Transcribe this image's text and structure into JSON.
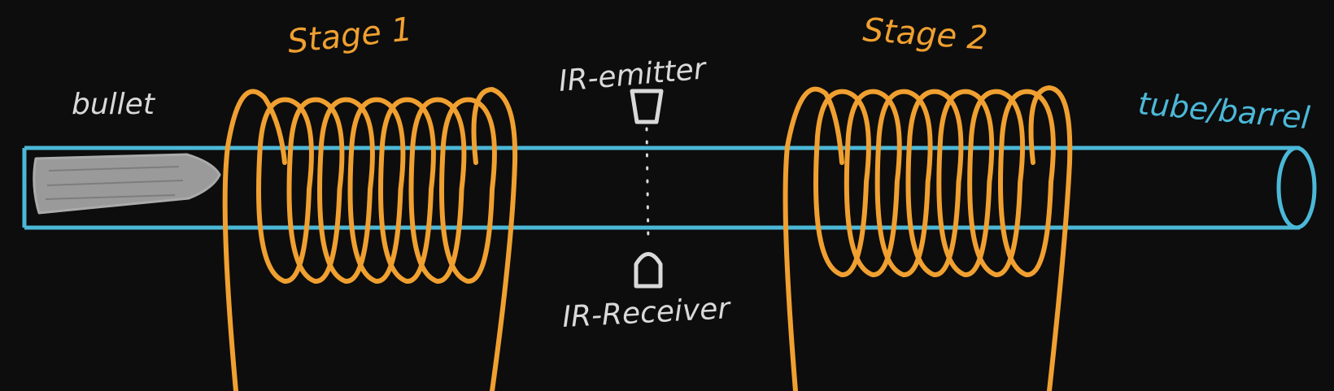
{
  "labels": {
    "bullet": "bullet",
    "stage1": "Stage 1",
    "stage2": "Stage 2",
    "ir_emitter": "IR-emitter",
    "ir_receiver": "IR-Receiver",
    "tube": "tube/barrel"
  },
  "colors": {
    "background": "#0d0d0d",
    "coil": "#f0a030",
    "tube": "#4cb8d8",
    "bullet": "#9a9a9a",
    "text": "#d9d9d9"
  },
  "coils": {
    "stage1_turns": 7,
    "stage2_turns": 7
  }
}
